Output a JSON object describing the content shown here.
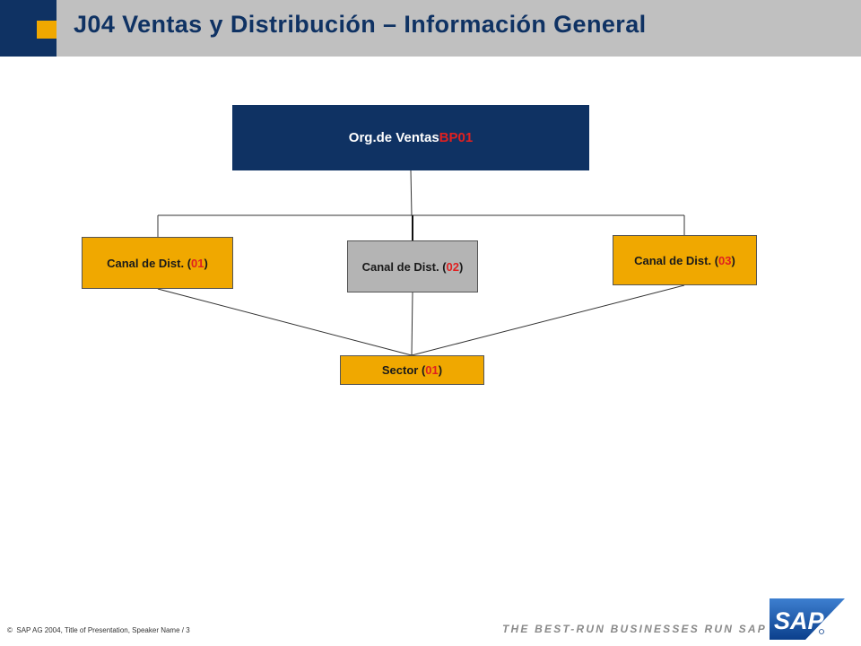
{
  "header": {
    "title": "J04 Ventas y Distribución – Información General"
  },
  "diagram": {
    "root": {
      "prefix": "Org.de Ventas ",
      "code": "BP01",
      "suffix": ""
    },
    "channels": [
      {
        "prefix": "Canal de Dist. (",
        "code": "01",
        "suffix": ")"
      },
      {
        "prefix": "Canal de Dist. (",
        "code": "02",
        "suffix": ")"
      },
      {
        "prefix": "Canal de Dist. (",
        "code": "03",
        "suffix": ")"
      }
    ],
    "sector": {
      "prefix": "Sector (",
      "code": "01",
      "suffix": ")"
    }
  },
  "footer": {
    "copyright_symbol": "©",
    "text": "SAP AG 2004, Title of Presentation, Speaker Name / 3",
    "tagline": "THE BEST-RUN BUSINESSES RUN SAP",
    "logo_text": "SAP"
  },
  "colors": {
    "navy": "#0f3263",
    "gold": "#f0a800",
    "gray_header": "#c0c0c0",
    "highlight_red": "#e02020"
  }
}
